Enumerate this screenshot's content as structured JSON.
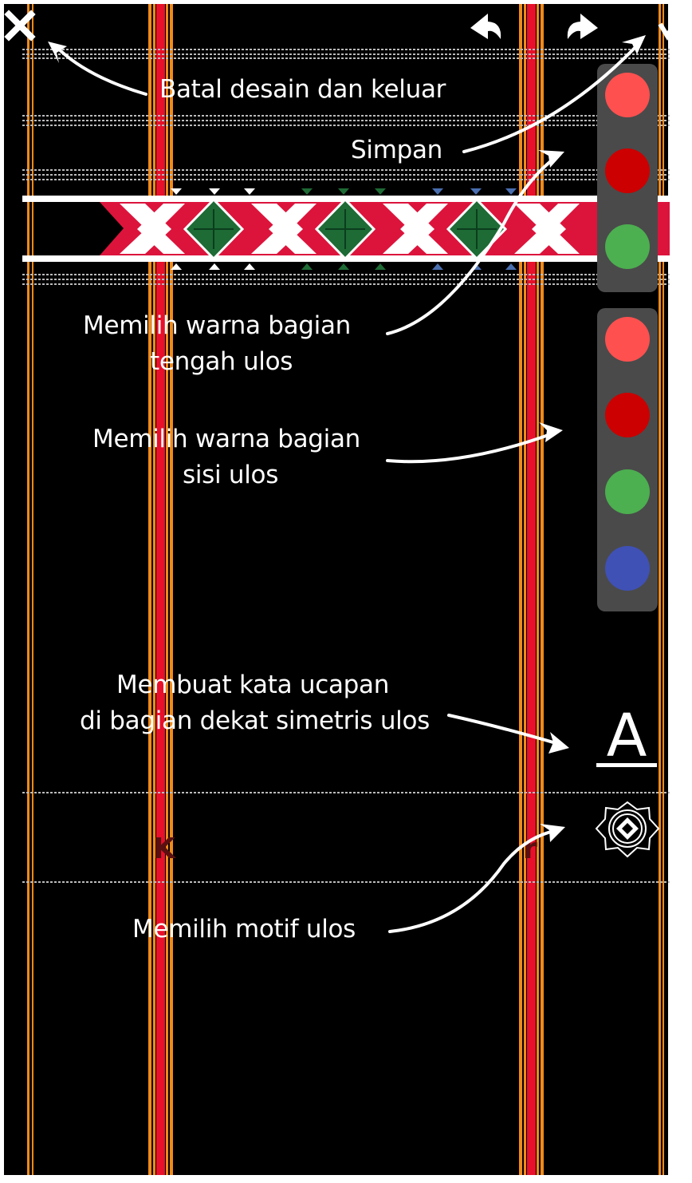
{
  "toolbar": {
    "cancel_icon": "close-icon",
    "undo_icon": "undo-icon",
    "redo_icon": "redo-icon",
    "save_icon": "check-icon"
  },
  "annotations": {
    "cancel": "Batal desain dan keluar",
    "save": "Simpan",
    "center_color_line1": "Memilih warna bagian",
    "center_color_line2": "tengah ulos",
    "side_color_line1": "Memilih warna bagian",
    "side_color_line2": "sisi ulos",
    "text_line1": "Membuat kata ucapan",
    "text_line2": "di bagian dekat simetris ulos",
    "motif": "Memilih motif ulos"
  },
  "center_palette": {
    "colors": [
      "#ff5050",
      "#cc0000",
      "#4caf50"
    ]
  },
  "side_palette": {
    "colors": [
      "#ff5050",
      "#cc0000",
      "#4caf50",
      "#3f51b5"
    ]
  },
  "text_tool": {
    "glyph": "A",
    "icon": "text-tool-icon"
  },
  "motif_tool": {
    "icon": "motif-flower-icon"
  },
  "colors": {
    "background": "#000000",
    "stripe_red": "#e8102a",
    "stripe_orange": "#f08a1a",
    "band_red": "#dc143c",
    "band_green": "#1e6b35",
    "panel": "#4a4a4a"
  }
}
